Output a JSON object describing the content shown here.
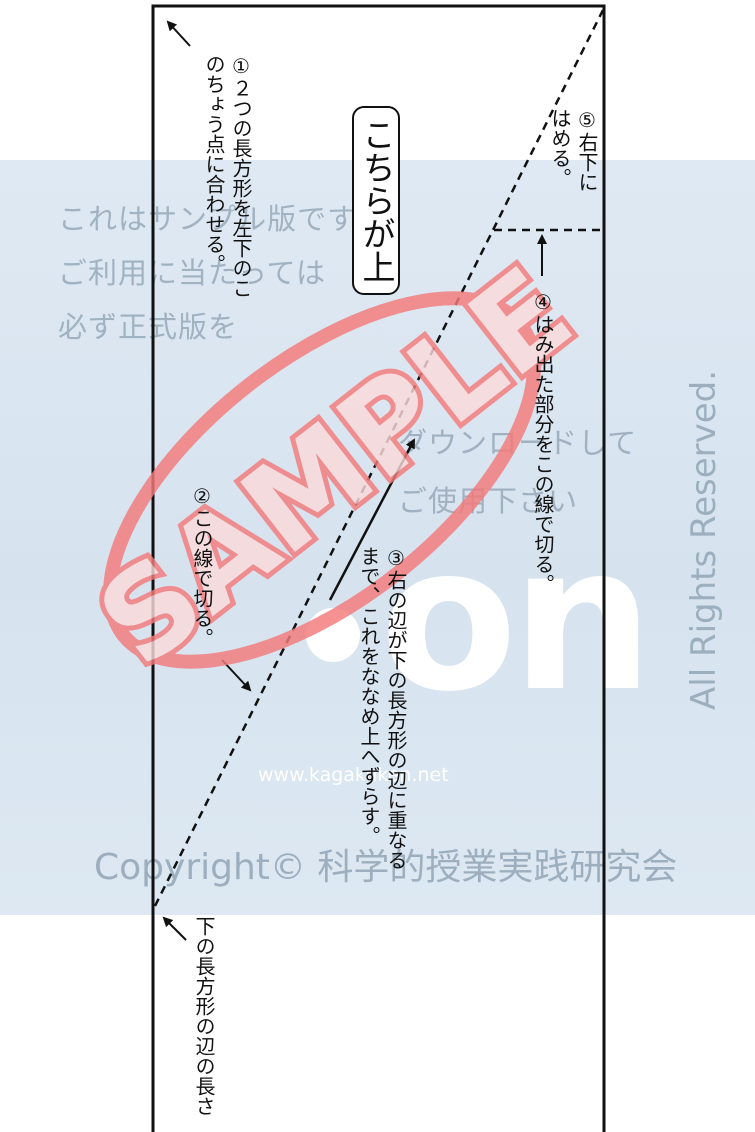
{
  "watermark": {
    "sample_lines": [
      "これはサンプル版です。",
      "ご利用に当たっては",
      "必ず正式版を"
    ],
    "download_lines": [
      "ダウンロードして",
      "ご使用下さい"
    ],
    "url": "www.kagakuken.net",
    "copyright": "Copyright© 科学的授業実践研究会",
    "rights": "All Rights Reserved.",
    "logo_text": "on",
    "stamp_text": "SAMPLE"
  },
  "instructions": {
    "step1": [
      "①２つの長方形を左下のこ",
      "のちょう点に合わせる。"
    ],
    "up_label": "こちらが上",
    "step2": "②この線で切る。",
    "step3": [
      "③右の辺が下の長方形の辺に重なる",
      "まで、これをななめ上へずらす。"
    ],
    "step4": "④はみ出た部分をこの線で切る。",
    "step5": [
      "⑤右下に",
      "はめる。"
    ],
    "bottom": "下の長方形の辺の長さ"
  },
  "colors": {
    "stamp": "#f47a7a",
    "band": "#dde8f2",
    "watermark_text": "#96a8b9",
    "line": "#111111"
  }
}
